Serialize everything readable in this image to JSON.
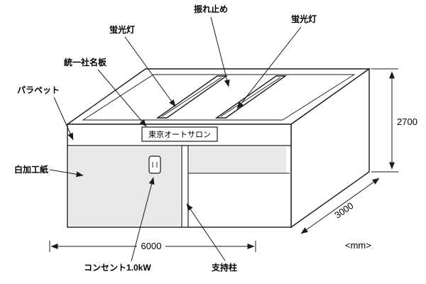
{
  "figure": {
    "sign_text": "東京オートサロン",
    "labels": {
      "sway_brace": "振れ止め",
      "fluorescent_left": "蛍光灯",
      "fluorescent_right": "蛍光灯",
      "company_signboard": "統一社名板",
      "parapet": "パラペット",
      "white_finished_paper": "白加工紙",
      "outlet": "コンセント1.0kW",
      "support_pillar": "支持柱"
    },
    "dimensions": {
      "height_mm": "2700",
      "depth_mm": "3000",
      "width_mm": "6000",
      "unit_note": "<mm>"
    },
    "colors": {
      "line": "#1a1a1a",
      "wall_fill": "#e8e8e8",
      "background": "#ffffff"
    }
  }
}
